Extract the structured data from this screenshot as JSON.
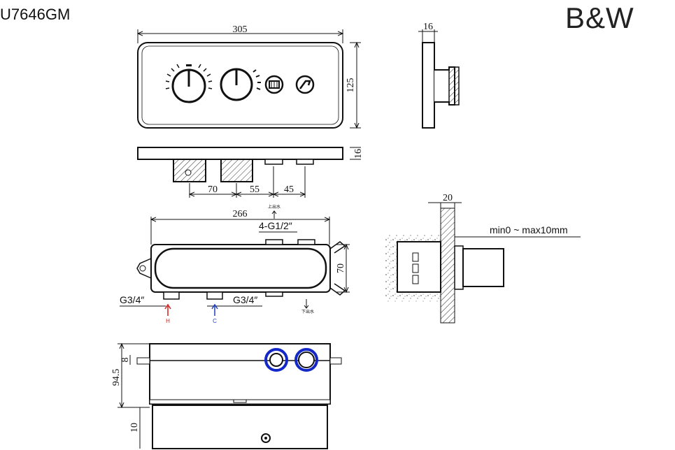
{
  "header": {
    "model_code": "U7646GM",
    "brand_logo": "B&W"
  },
  "front_view": {
    "width": "305",
    "height": "125",
    "depth": "16"
  },
  "side_view": {
    "thickness": "16"
  },
  "bottom_view": {
    "spacing_1": "70",
    "spacing_2": "55",
    "spacing_3": "45",
    "depth": "16"
  },
  "valve_view": {
    "width": "266",
    "height": "70",
    "outlet_thread": "4-G1/2″",
    "inlet_thread_left": "G3/4″",
    "inlet_thread_right": "G3/4″",
    "hot_label": "H",
    "cold_label": "C",
    "outlet_up_label": "上出水",
    "outlet_down_label": "下出水",
    "colors": {
      "hot": "#d11c1c",
      "cold": "#1f3fbf"
    }
  },
  "wall_view": {
    "wall_depth": "20",
    "range_label": "min0 ~ max10mm"
  },
  "top_view": {
    "depth_8": "8",
    "depth_94": "94.5",
    "depth_10": "10",
    "highlight_color": "#1428c8"
  }
}
